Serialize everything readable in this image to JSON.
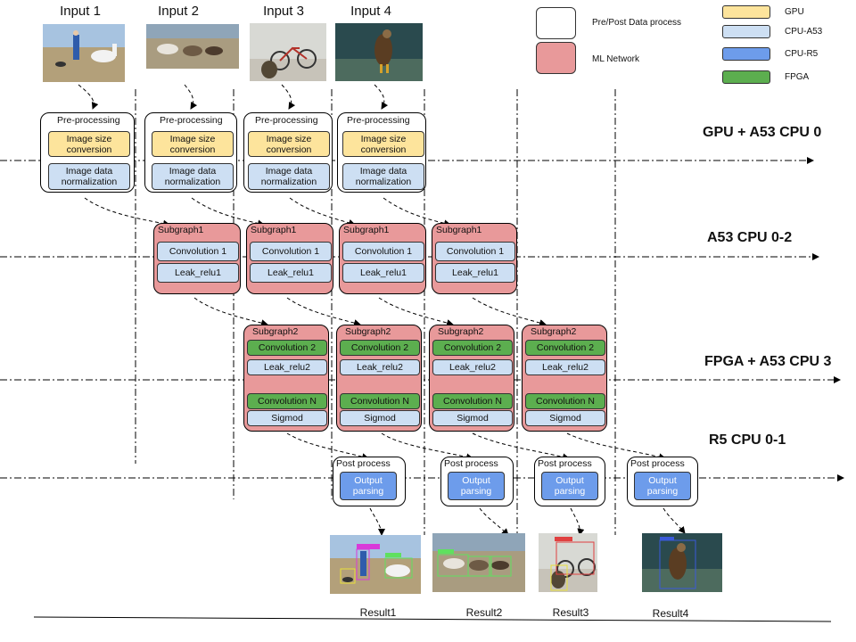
{
  "inputs": [
    "Input 1",
    "Input 2",
    "Input 3",
    "Input 4"
  ],
  "results": [
    "Result1",
    "Result2",
    "Result3",
    "Result4"
  ],
  "stages": [
    "GPU + A53 CPU 0",
    "A53 CPU 0-2",
    "FPGA + A53 CPU 3",
    "R5 CPU 0-1"
  ],
  "legend": {
    "pre_post": "Pre/Post Data process",
    "ml": "ML Network",
    "gpu": "GPU",
    "a53": "CPU-A53",
    "r5": "CPU-R5",
    "fpga": "FPGA"
  },
  "pre": {
    "title": "Pre-processing",
    "resize": "Image size conversion",
    "norm": "Image data normalization"
  },
  "sub1": {
    "title": "Subgraph1",
    "conv": "Convolution 1",
    "relu": "Leak_relu1"
  },
  "sub2": {
    "title": "Subgraph2",
    "conv2": "Convolution 2",
    "relu2": "Leak_relu2",
    "convn": "Convolution N",
    "sig": "Sigmod"
  },
  "post": {
    "title": "Post process",
    "parse": "Output parsing"
  },
  "colors": {
    "gpu": "#fde49c",
    "a53": "#cddff3",
    "r5": "#6d9ceb",
    "fpga": "#5cae4f",
    "ml": "#e8999a"
  }
}
